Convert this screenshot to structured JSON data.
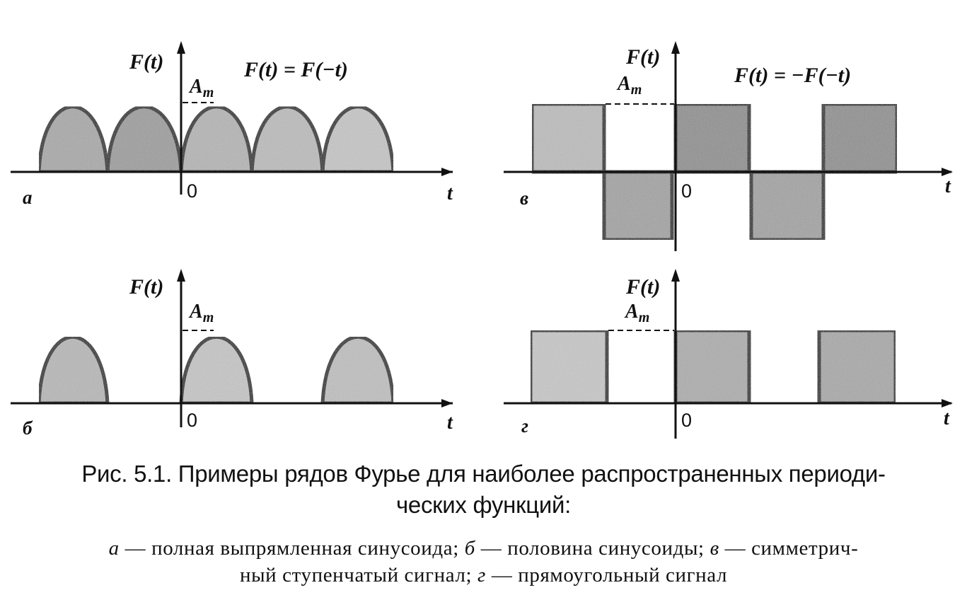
{
  "figure": {
    "panels": [
      {
        "letter": "а",
        "ylabel": "F(t)",
        "xlabel": "t",
        "origin": "0",
        "amplitude": "A",
        "amplitude_sub": "m",
        "equation": "F(t) = F(−t)"
      },
      {
        "letter": "б",
        "ylabel": "F(t)",
        "xlabel": "t",
        "origin": "0",
        "amplitude": "A",
        "amplitude_sub": "m",
        "equation": ""
      },
      {
        "letter": "в",
        "ylabel": "F(t)",
        "xlabel": "t",
        "origin": "0",
        "amplitude": "A",
        "amplitude_sub": "m",
        "equation": "F(t) = −F(−t)"
      },
      {
        "letter": "г",
        "ylabel": "F(t)",
        "xlabel": "t",
        "origin": "0",
        "amplitude": "A",
        "amplitude_sub": "m",
        "equation": ""
      }
    ],
    "caption_line1": "Рис. 5.1. Примеры рядов Фурье для наиболее распространенных периоди-",
    "caption_line2": "ческих функций:",
    "legend": {
      "a_letter": "а",
      "a_text": " — полная выпрямленная синусоида; ",
      "b_letter": "б",
      "b_text": " — половина синусоиды; ",
      "v_letter": "в",
      "v_text": " — симметрич-",
      "line2_start": "ный ступенчатый сигнал; ",
      "g_letter": "г",
      "g_text": " — прямоугольный сигнал"
    },
    "colors": {
      "ink": "#111111",
      "fill_light": "#c4c4c4",
      "fill_dark": "#8f8f8f"
    }
  }
}
